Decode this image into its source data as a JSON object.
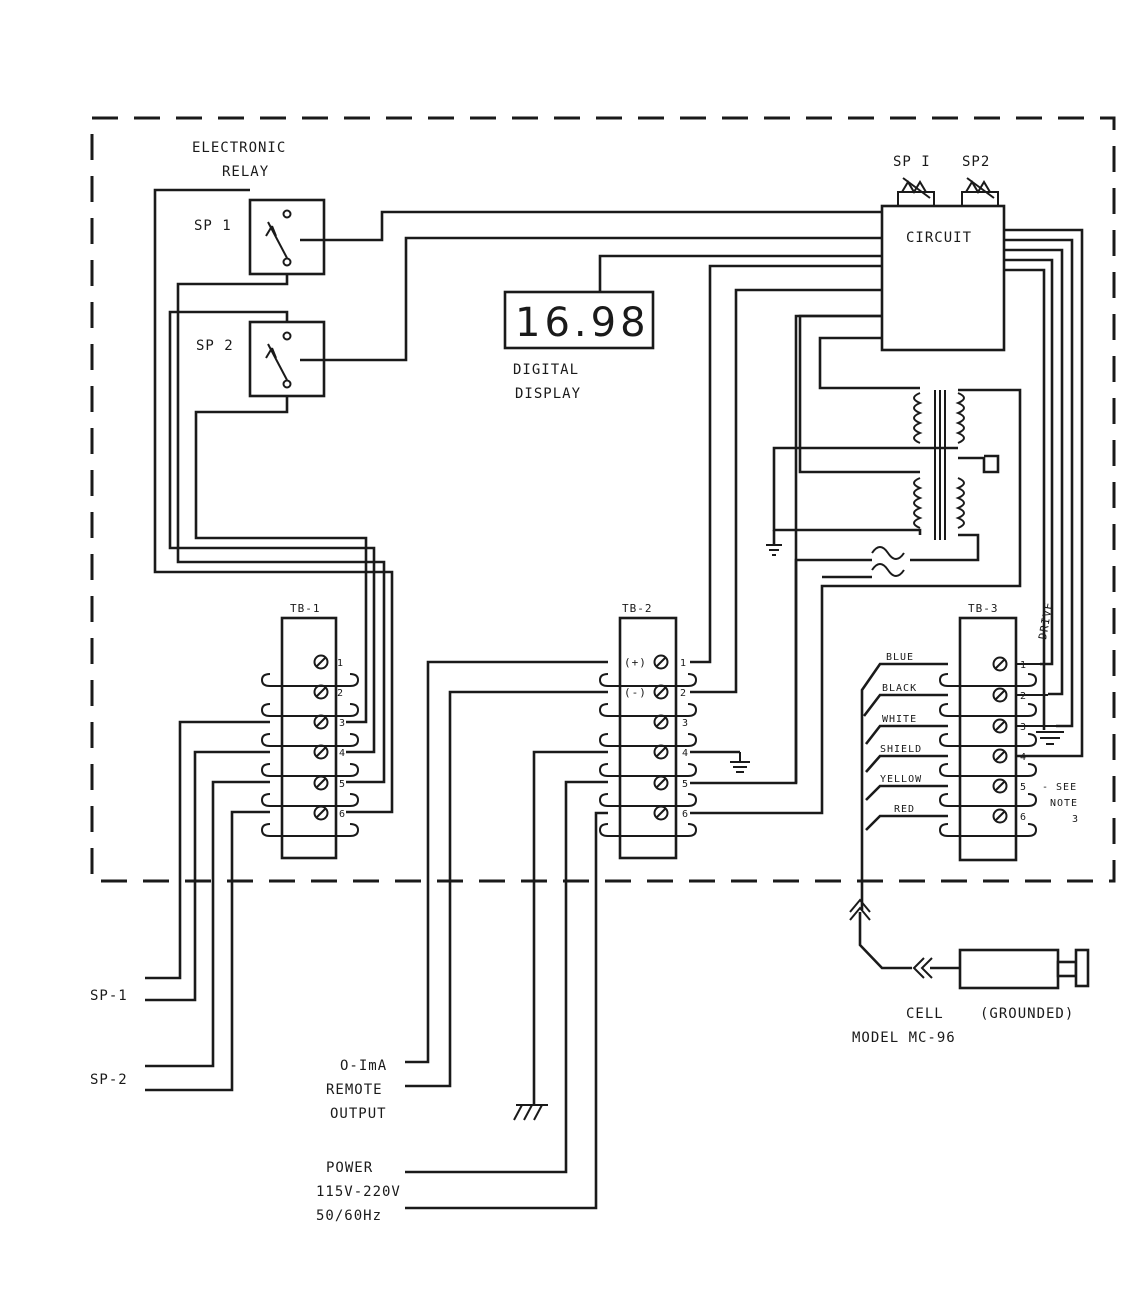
{
  "labels": {
    "electronic": "ELECTRONIC",
    "relay": "RELAY",
    "sp1_relay": "SP 1",
    "sp2_relay": "SP 2",
    "sp1_pot": "SP I",
    "sp2_pot": "SP2",
    "circuit": "CIRCUIT",
    "display_value": "16.98",
    "digital": "DIGITAL",
    "display": "DISPLAY",
    "drive": "DRIVE",
    "tb1": "TB-1",
    "tb2": "TB-2",
    "tb3": "TB-3",
    "tb2_plus": "(+)",
    "tb2_minus": "(-)",
    "wire_blue": "BLUE",
    "wire_black": "BLACK",
    "wire_white": "WHITE",
    "wire_shield": "SHIELD",
    "wire_yellow": "YELLOW",
    "wire_red": "RED",
    "see": "- SEE",
    "note": "NOTE",
    "note_num": "3",
    "sp1_out": "SP-1",
    "sp2_out": "SP-2",
    "out1": "O-ImA",
    "out2": "REMOTE",
    "out3": "OUTPUT",
    "pow1": "POWER",
    "pow2": "115V-220V",
    "pow3": "50/60Hz",
    "cell": "CELL",
    "grounded": "(GROUNDED)",
    "model": "MODEL MC-96"
  },
  "terminals": [
    "1",
    "2",
    "3",
    "4",
    "5",
    "6"
  ]
}
